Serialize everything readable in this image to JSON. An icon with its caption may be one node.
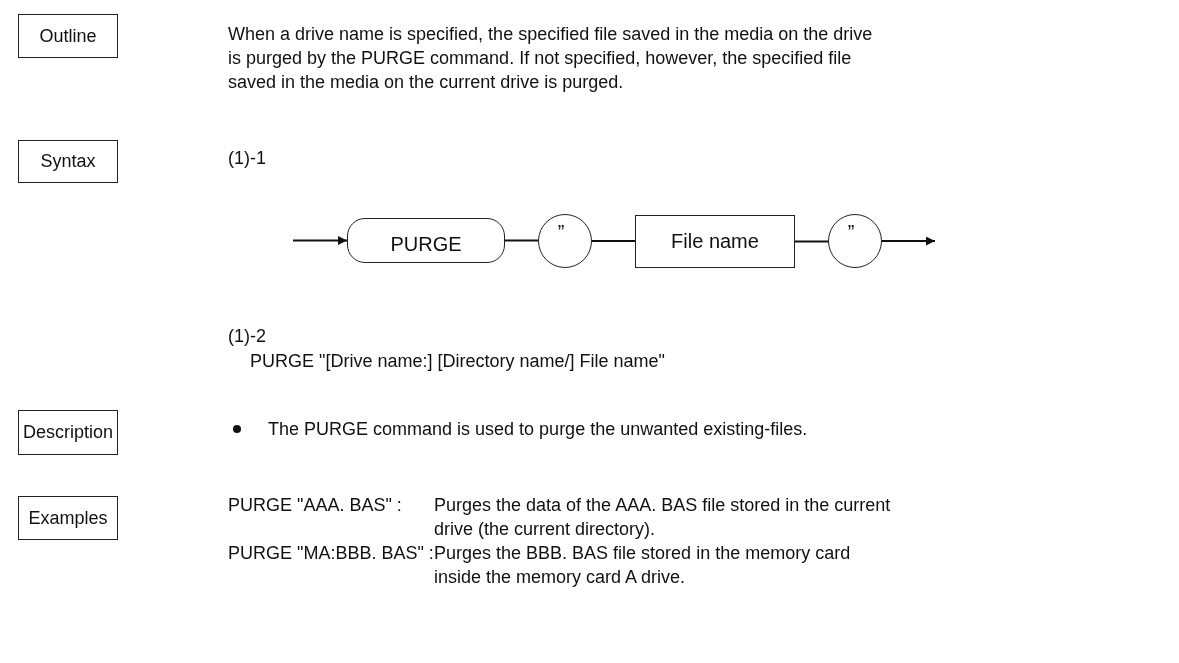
{
  "diagram": {
    "nodes": [
      {
        "text": [
          "Outline"
        ]
      },
      {
        "text": [
          "Syntax"
        ]
      },
      {
        "text": [
          "PURGE"
        ]
      },
      {
        "text": [
          "”"
        ]
      },
      {
        "text": [
          "File name"
        ]
      },
      {
        "text": [
          "”"
        ]
      },
      {
        "text": [
          "Description"
        ]
      },
      {
        "text": [
          "Examples"
        ]
      }
    ],
    "edges": [
      {
        "from": null,
        "to": 2,
        "arrow": "to"
      },
      {
        "from": 2,
        "to": 3,
        "arrow": "none"
      },
      {
        "from": 3,
        "to": 4,
        "arrow": "none"
      },
      {
        "from": 4,
        "to": 5,
        "arrow": "none"
      },
      {
        "from": 5,
        "to": null,
        "arrow": "to"
      }
    ],
    "labels": [
      "When a drive name is specified, the specified file saved in the media on the drive is purged by the PURGE command. If not specified, however, the specified file saved in the media on the current drive is purged.",
      "(1)-1",
      "(1)-2",
      "PURGE \"[Drive name:] [Directory name/] File name\"",
      "The PURGE command is used to purge the unwanted existing-files.",
      "PURGE \"AAA. BAS\" :",
      "Purges the data of the AAA. BAS file stored in the current drive (the current directory).",
      "PURGE \"MA:BBB. BAS\" :",
      "Purges the BBB. BAS file stored in the memory card inside the memory card A drive."
    ]
  }
}
